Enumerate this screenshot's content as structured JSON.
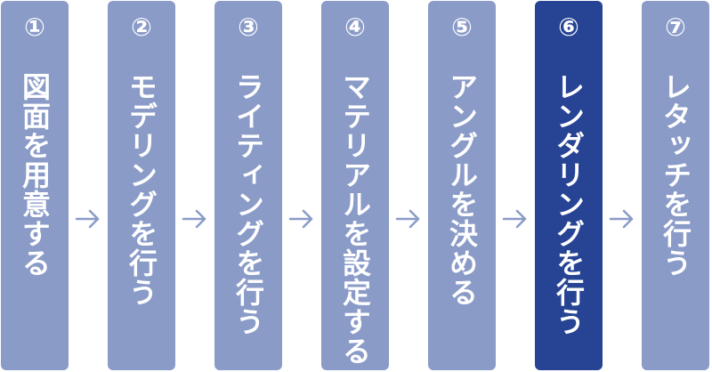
{
  "colors": {
    "step_default": "#8a9bc8",
    "step_active": "#264394",
    "arrow": "#8a9bc8"
  },
  "steps": [
    {
      "number": "①",
      "label": "図面を用意する",
      "active": false
    },
    {
      "number": "②",
      "label": "モデリングを行う",
      "active": false
    },
    {
      "number": "③",
      "label": "ライティングを行う",
      "active": false
    },
    {
      "number": "④",
      "label": "マテリアルを設定する",
      "active": false
    },
    {
      "number": "⑤",
      "label": "アングルを決める",
      "active": false
    },
    {
      "number": "⑥",
      "label": "レンダリングを行う",
      "active": true
    },
    {
      "number": "⑦",
      "label": "レタッチを行う",
      "active": false
    }
  ],
  "arrow_icon": "arrow-right-icon"
}
